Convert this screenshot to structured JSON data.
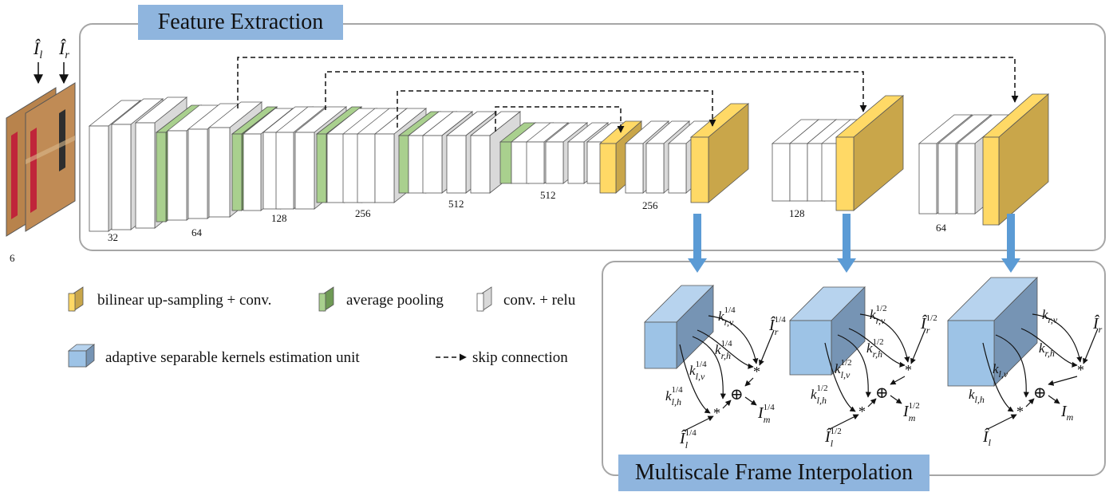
{
  "feature_extraction": {
    "title": "Feature Extraction",
    "input_labels": {
      "left": "Î",
      "left_sub": "l",
      "right": "Î",
      "right_sub": "r"
    },
    "channel_labels": [
      "6",
      "32",
      "64",
      "128",
      "256",
      "512",
      "512",
      "256",
      "128",
      "64"
    ]
  },
  "legend": {
    "upsample": "bilinear up-sampling + conv.",
    "pooling": "average pooling",
    "conv": "conv. + relu",
    "kernel_unit": "adaptive separable kernels estimation unit",
    "skip": "skip connection"
  },
  "interpolation": {
    "title": "Multiscale Frame Interpolation",
    "units": [
      {
        "scale": "1/4",
        "krv": "k",
        "krv_sub": "r,v",
        "krh_sub": "r,h",
        "klv_sub": "l,v",
        "klh_sub": "l,h",
        "ir": "Î",
        "ir_sub": "r",
        "il": "Î",
        "il_sub": "l",
        "im": "I",
        "im_sub": "m"
      },
      {
        "scale": "1/2",
        "krv": "k",
        "krv_sub": "r,v",
        "krh_sub": "r,h",
        "klv_sub": "l,v",
        "klh_sub": "l,h",
        "ir": "Î",
        "ir_sub": "r",
        "il": "Î",
        "il_sub": "l",
        "im": "I",
        "im_sub": "m"
      },
      {
        "scale": "",
        "krv": "k",
        "krv_sub": "r,v",
        "krh_sub": "r,h",
        "klv_sub": "l,v",
        "klh_sub": "l,h",
        "ir": "Î",
        "ir_sub": "r",
        "il": "Î",
        "il_sub": "l",
        "im": "I",
        "im_sub": "m"
      }
    ],
    "conv_symbol": "*",
    "sum_symbol": "⊕"
  },
  "colors": {
    "conv_front": "#ffffff",
    "conv_side": "#d9d9d9",
    "pool_front": "#a9d08e",
    "pool_side": "#6f9a55",
    "up_front": "#ffd966",
    "up_side": "#c9a64a",
    "unit_front": "#9dc3e6",
    "unit_side": "#7694b4",
    "arrow_blue": "#5b9bd5",
    "frame_border": "#a6a6a6",
    "title_bg": "#8fb5de"
  }
}
